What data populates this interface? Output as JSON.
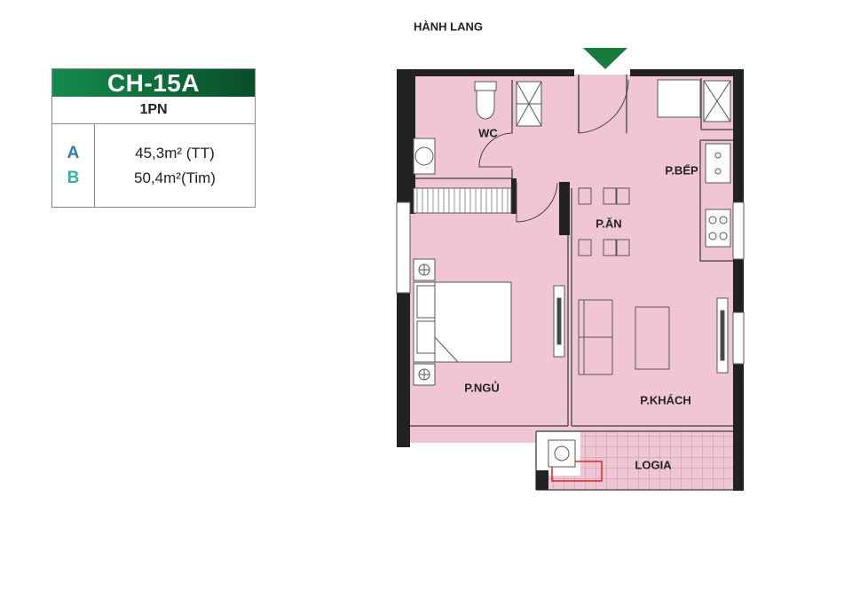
{
  "unit": {
    "code": "CH-15A",
    "bedrooms": "1PN",
    "areas": [
      {
        "key": "A",
        "value": "45,3m² (TT)"
      },
      {
        "key": "B",
        "value": "50,4m²(Tim)"
      }
    ]
  },
  "plan": {
    "corridor": "HÀNH LANG",
    "rooms": {
      "wc": "WC",
      "kitchen": "P.BẾP",
      "dining": "P.ĂN",
      "bedroom": "P.NGỦ",
      "living": "P.KHÁCH",
      "loggia": "LOGIA"
    }
  },
  "colors": {
    "header_green": "#0d6b3a",
    "floor_pink": "#f0c6d6",
    "wall": "#222222",
    "entry_arrow": "#1a7a3e",
    "highlight": "#e02020"
  }
}
